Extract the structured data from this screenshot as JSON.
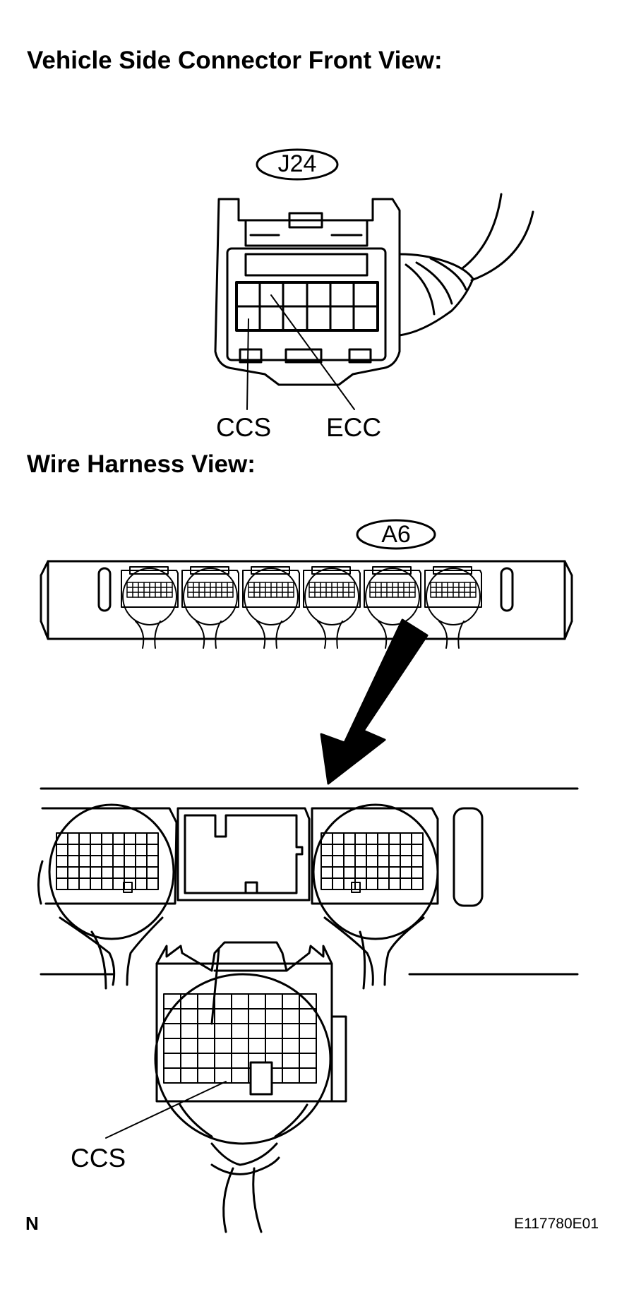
{
  "headings": {
    "vehicle_side": "Vehicle Side Connector Front View:",
    "wire_harness": "Wire Harness View:"
  },
  "connectors": {
    "j24": {
      "code": "J24",
      "pin_labels": [
        "CCS",
        "ECC"
      ]
    },
    "a6": {
      "code": "A6",
      "pin_labels": [
        "CCS"
      ]
    }
  },
  "footer": {
    "left_mark": "N",
    "figure_code": "E117780E01"
  }
}
